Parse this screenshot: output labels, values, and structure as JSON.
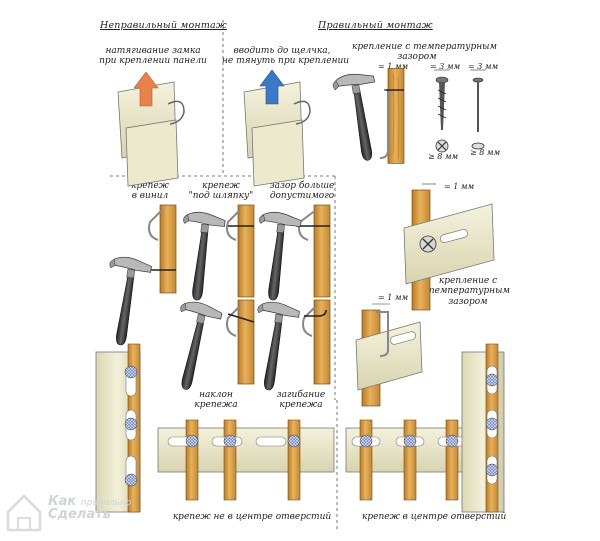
{
  "headers": {
    "wrong": "Неправильный монтаж",
    "right": "Правильный монтаж"
  },
  "labels": {
    "pull_lock": [
      "натягивание замка",
      "при креплении панели"
    ],
    "snap_in": [
      "вводить до щелчка,",
      "не тянуть при креплении"
    ],
    "fix_thermal_top": [
      "крепление с температурным",
      "зазором"
    ],
    "fastener_in_vinyl": [
      "крепеж",
      "в винил"
    ],
    "fastener_under_head": [
      "крепеж",
      "\"под шляпку\""
    ],
    "gap_too_big": [
      "зазор больше",
      "допустимого"
    ],
    "fastener_tilt": [
      "наклон",
      "крепежа"
    ],
    "fastener_bend": [
      "загибание",
      "крепежа"
    ],
    "fix_thermal_mid": [
      "крепление с",
      "температурным",
      "зазором"
    ],
    "not_centered": "крепеж не в центре отверстий",
    "centered": "крепеж в центре отверстий"
  },
  "dimensions": {
    "gap_1mm": "= 1 мм",
    "head_3mm_a": "= 3 мм",
    "head_3mm_b": "= 3 мм",
    "head_8mm_a": "≥ 8 мм",
    "head_8mm_b": "≥ 8 мм",
    "gap_1mm_mid": "= 1 мм",
    "gap_1mm_low": "= 1 мм"
  },
  "watermark": {
    "line1": "Как",
    "line2": "правильно",
    "line3": "Сделать"
  },
  "colors": {
    "wrong_arrow": "#e8824a",
    "right_arrow": "#3a78c8",
    "wood": "#d9a24a",
    "panel": "#ece9cc",
    "hammer_handle": "#3a3a3a"
  }
}
